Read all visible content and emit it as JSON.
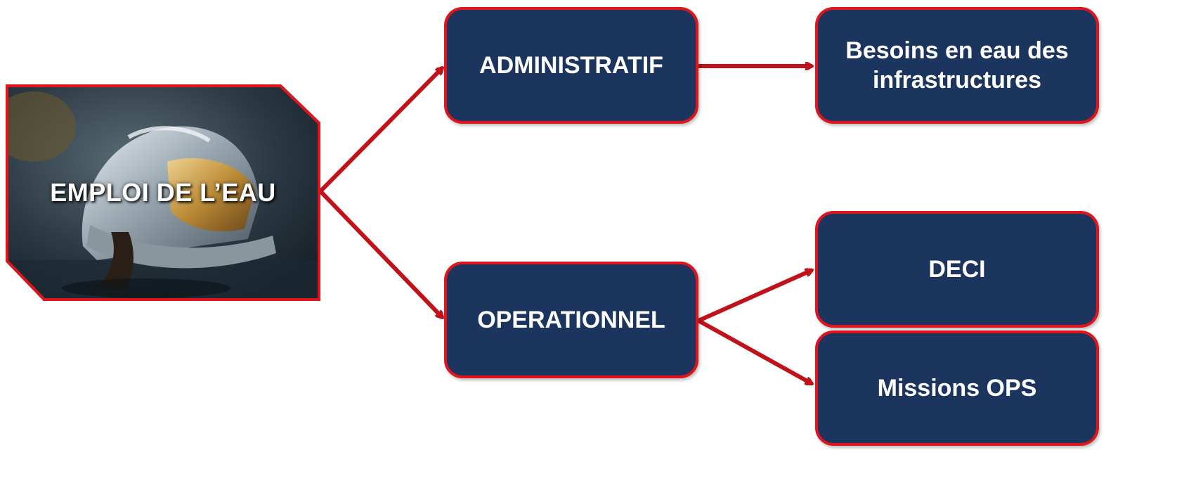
{
  "root": {
    "label": "EMPLOI DE L’EAU",
    "image": "firefighter-helmet-photo"
  },
  "branches": [
    {
      "label": "ADMINISTRATIF",
      "children": [
        {
          "label": "Besoins en eau des infrastructures"
        }
      ]
    },
    {
      "label": "OPERATIONNEL",
      "children": [
        {
          "label": "DECI"
        },
        {
          "label": "Missions OPS"
        }
      ]
    }
  ],
  "colors": {
    "node_fill": "#1c355e",
    "node_border": "#e0141c",
    "connector": "#c0121a",
    "text": "#ffffff"
  }
}
